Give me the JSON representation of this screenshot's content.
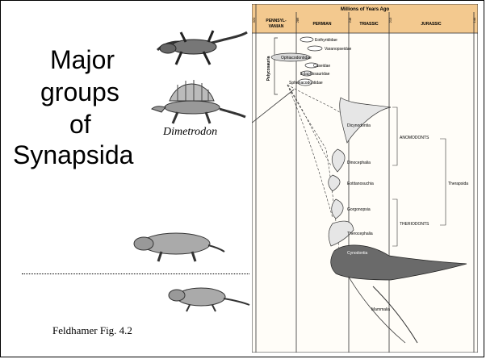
{
  "slide": {
    "title_lines": [
      "Major",
      "groups",
      "of",
      "Synapsida"
    ],
    "caption": "Feldhamer Fig. 4.2",
    "animal_label": "Dimetrodon"
  },
  "figure": {
    "time_axis_title": "Millions of Years Ago",
    "periods": [
      "PENNSYL-\nVANIAN",
      "PERMIAN",
      "TRIASSIC",
      "JURASSIC"
    ],
    "boundary_ages": [
      "320",
      "286",
      "248",
      "213",
      "144"
    ],
    "groups": {
      "pelycosauria": "Pelycosauria",
      "eothyrididae": "Eothyrididae",
      "varanopseidae": "Varanopseidae",
      "ophiacodontidae": "Ophiacodontidae",
      "caseidae": "Caseidae",
      "edaphosauridae": "Edaphosauridae",
      "sphenacodontidae": "Sphenacodontidae",
      "dicynodontia": "Dicynodontia",
      "dinocephalia": "Dinocephalia",
      "eotitanosuchia": "Eotitanosuchia",
      "gorgonopsia": "Gorgonopsia",
      "therocephalia": "Therocephalia",
      "cynodontia": "Cynodontia",
      "mammalia": "Mammalia",
      "anomodonts": "ANOMODONTS",
      "theriodonts": "THERIODONTS",
      "therapsida": "Therapsida"
    }
  }
}
